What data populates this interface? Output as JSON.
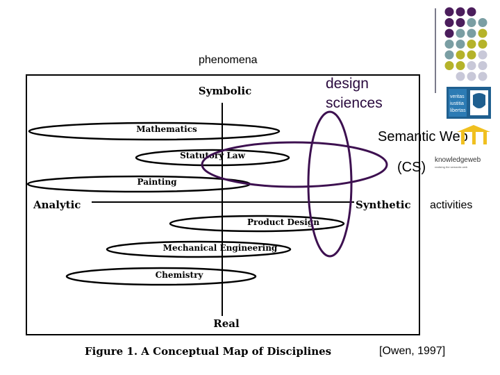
{
  "annotations": {
    "phenomena": "phenomena",
    "design_line1": "design",
    "design_line2": "sciences",
    "semantic_web": "Semantic Web",
    "cs": "(CS)",
    "activities": "activities",
    "reference": "[Owen, 1997]"
  },
  "figure": {
    "top_label": "Symbolic",
    "bottom_label": "Real",
    "left_label": "Analytic",
    "right_label": "Synthetic",
    "caption": "Figure 1. A Conceptual Map of Disciplines",
    "disciplines": [
      "Mathematics",
      "Statutory Law",
      "Painting",
      "Product Design",
      "Mechanical Engineering",
      "Chemistry"
    ]
  },
  "logos": {
    "university_text": [
      "veritas",
      "iustitia",
      "libertas"
    ],
    "kw_text": "knowledgeweb",
    "kw_sub": "realizing the semantic web"
  },
  "colors": {
    "purple": "#4b1d5c",
    "olive": "#b5b32a",
    "teal": "#7a9ea3",
    "lavender": "#c8c8d8",
    "accent_oval": "#3d1050"
  }
}
